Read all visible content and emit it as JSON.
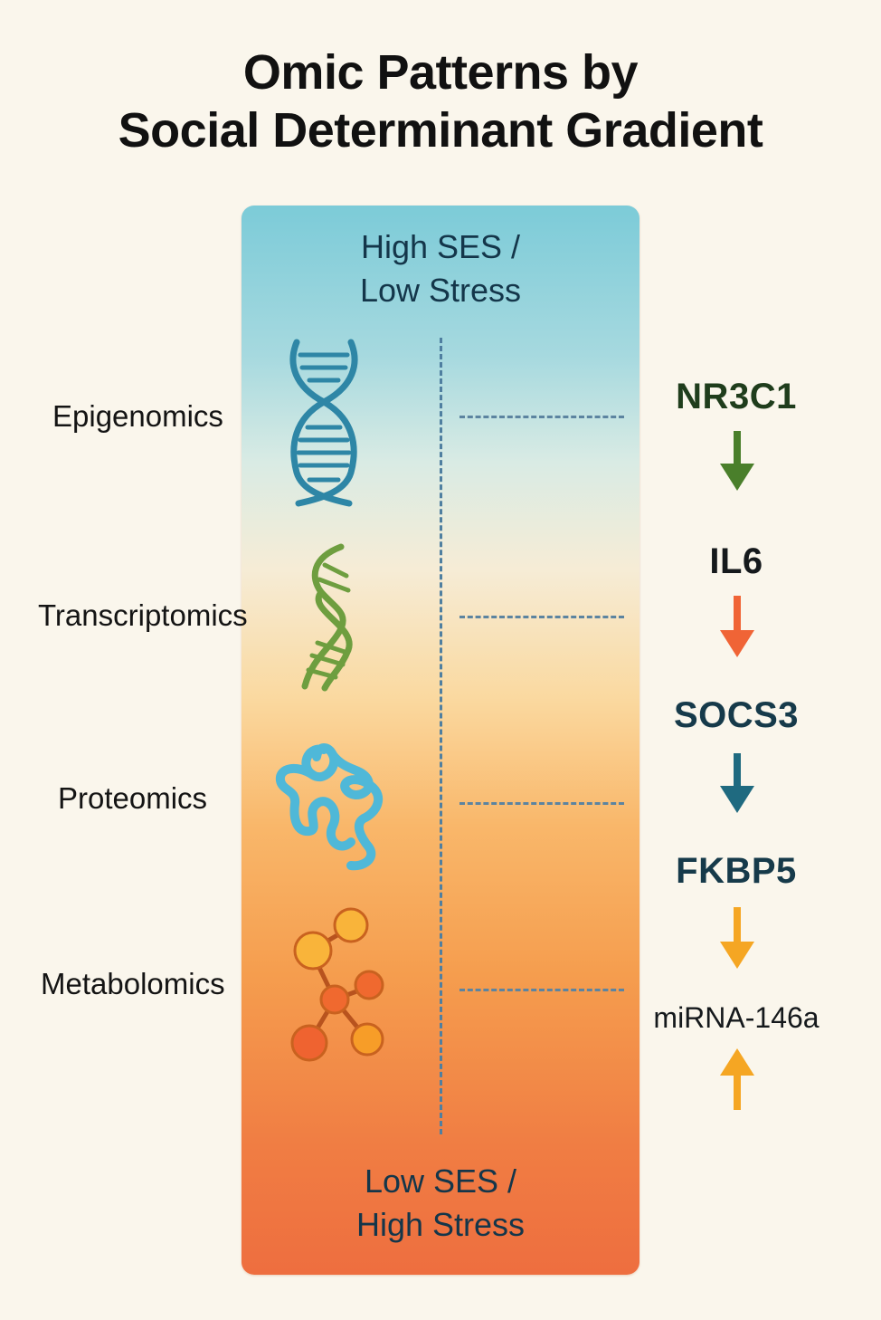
{
  "title": {
    "line1": "Omic Patterns by",
    "line2": "Social Determinant Gradient"
  },
  "gradient_panel": {
    "top_label": {
      "line1": "High SES /",
      "line2": "Low Stress"
    },
    "bottom_label": {
      "line1": "Low SES /",
      "line2": "High Stress"
    },
    "colors": {
      "top": "#7ccbd8",
      "middle": "#fad9a0",
      "bottom": "#ee6e3f"
    }
  },
  "omics": [
    {
      "label": "Epigenomics",
      "icon": "dna-helix-icon",
      "icon_color": "#2e86a6"
    },
    {
      "label": "Transcriptomics",
      "icon": "rna-strand-icon",
      "icon_color": "#6e9e3f"
    },
    {
      "label": "Proteomics",
      "icon": "protein-fold-icon",
      "icon_color": "#4fb8d8"
    },
    {
      "label": "Metabolomics",
      "icon": "molecule-icon",
      "icon_color": "#f08a2c"
    }
  ],
  "genes": [
    {
      "name": "NR3C1",
      "direction": "down",
      "text_color": "#1f3d1c",
      "arrow_color": "#4a7f2b"
    },
    {
      "name": "IL6",
      "direction": "down",
      "text_color": "#15191c",
      "arrow_color": "#f06436"
    },
    {
      "name": "SOCS3",
      "direction": "down",
      "text_color": "#163a4a",
      "arrow_color": "#1f6a80"
    },
    {
      "name": "FKBP5",
      "direction": "down",
      "text_color": "#163a4a",
      "arrow_color": "#f5a623"
    },
    {
      "name": "miRNA-146a",
      "direction": "up",
      "text_color": "#15191c",
      "arrow_color": "#f5a623"
    }
  ]
}
